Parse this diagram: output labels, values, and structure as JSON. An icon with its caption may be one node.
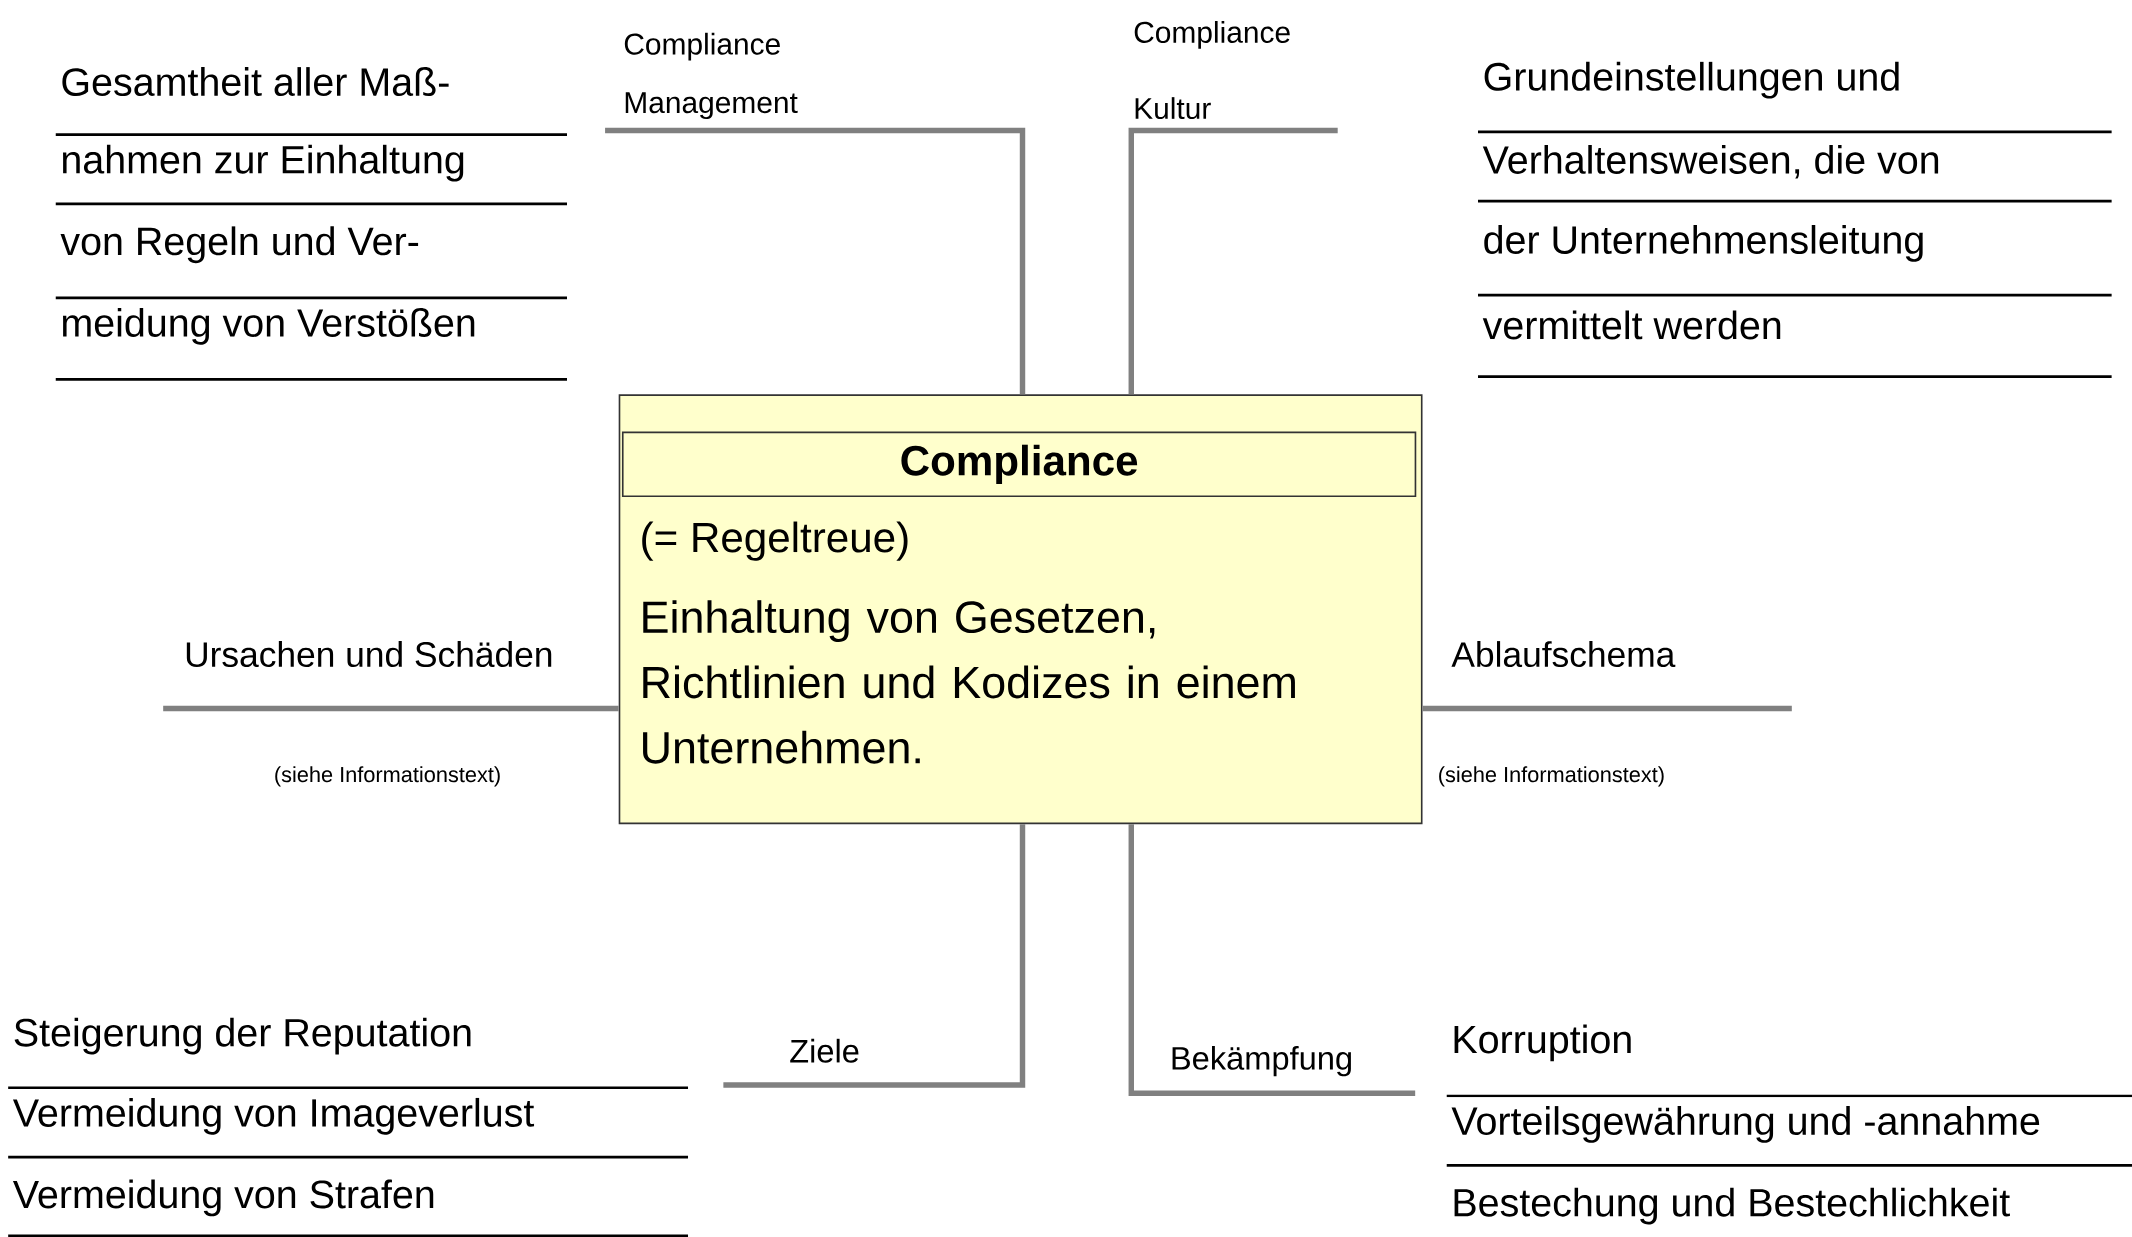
{
  "diagram": {
    "nodes": [
      {
        "text": [
          "Compliance",
          "(= Regeltreue)",
          "Einhaltung von Gesetzen, Richtlinien und Kodizes in einem Unternehmen."
        ]
      },
      {
        "text": [
          "Compliance Management"
        ]
      },
      {
        "text": [
          "Compliance Kultur"
        ]
      },
      {
        "text": [
          "Ursachen und Schäden"
        ]
      },
      {
        "text": [
          "Ablaufschema"
        ]
      },
      {
        "text": [
          "Ziele"
        ]
      },
      {
        "text": [
          "Bekämpfung"
        ]
      }
    ],
    "edges": [
      {
        "from": 0,
        "to": 1,
        "arrow": "none"
      },
      {
        "from": 0,
        "to": 2,
        "arrow": "none"
      },
      {
        "from": 0,
        "to": 3,
        "arrow": "none"
      },
      {
        "from": 0,
        "to": 4,
        "arrow": "none"
      },
      {
        "from": 0,
        "to": 5,
        "arrow": "none"
      },
      {
        "from": 0,
        "to": 6,
        "arrow": "none"
      }
    ],
    "labels": [
      "Gesamtheit aller Maß-",
      "nahmen zur Einhaltung",
      "von Regeln und Ver-",
      "meidung von Verstößen",
      "Grundeinstellungen und",
      "Verhaltensweisen, die von",
      "der Unternehmensleitung",
      "vermittelt werden",
      "(siehe Informationstext)",
      "(siehe Informationstext)",
      "Steigerung der Reputation",
      "Vermeidung von Imageverlust",
      "Vermeidung von Strafen",
      "Korruption",
      "Vorteilsgewährung und -annahme",
      "Bestechung und Bestechlichkeit"
    ]
  }
}
